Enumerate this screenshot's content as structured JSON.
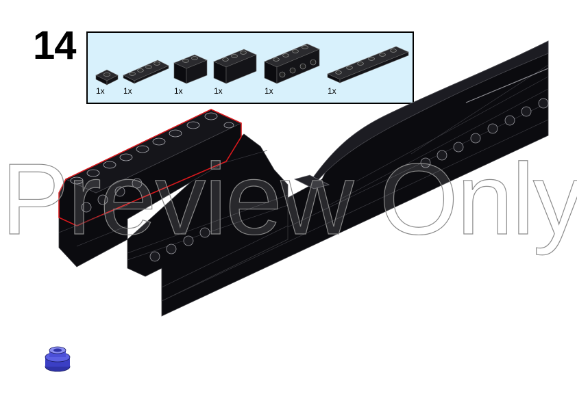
{
  "step": {
    "number": "14"
  },
  "parts": [
    {
      "qty": "1x",
      "icon": "brick-1x1-icon"
    },
    {
      "qty": "1x",
      "icon": "plate-1x4-icon"
    },
    {
      "qty": "1x",
      "icon": "brick-1x2-icon"
    },
    {
      "qty": "1x",
      "icon": "brick-1x3-icon"
    },
    {
      "qty": "1x",
      "icon": "technic-brick-1x4-icon"
    },
    {
      "qty": "1x",
      "icon": "plate-1x6-icon"
    }
  ],
  "watermark": {
    "text": "Preview Only"
  },
  "colors": {
    "brick": "#0b0b0f",
    "parts_bg": "#d8f1fc",
    "highlight": "#d9181c",
    "round_piece": "#4b4fd8"
  }
}
